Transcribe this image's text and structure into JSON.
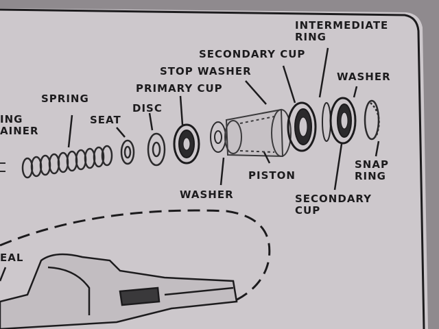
{
  "labels": {
    "ring_retainer": "ING\nAINER",
    "spring": "SPRING",
    "seat": "SEAT",
    "disc": "DISC",
    "primary_cup": "PRIMARY CUP",
    "stop_washer": "STOP WASHER",
    "secondary_cup_top": "SECONDARY CUP",
    "intermediate_ring": "INTERMEDIATE\nRING",
    "washer_top": "WASHER",
    "snap_ring": "SNAP\nRING",
    "piston": "PISTON",
    "washer_bottom": "WASHER",
    "secondary_cup_bottom": "SECONDARY\nCUP",
    "seal": "EAL"
  },
  "colors": {
    "page": "#cdc8cc",
    "background": "#8f8a8e",
    "ink": "#1c1b1d"
  }
}
